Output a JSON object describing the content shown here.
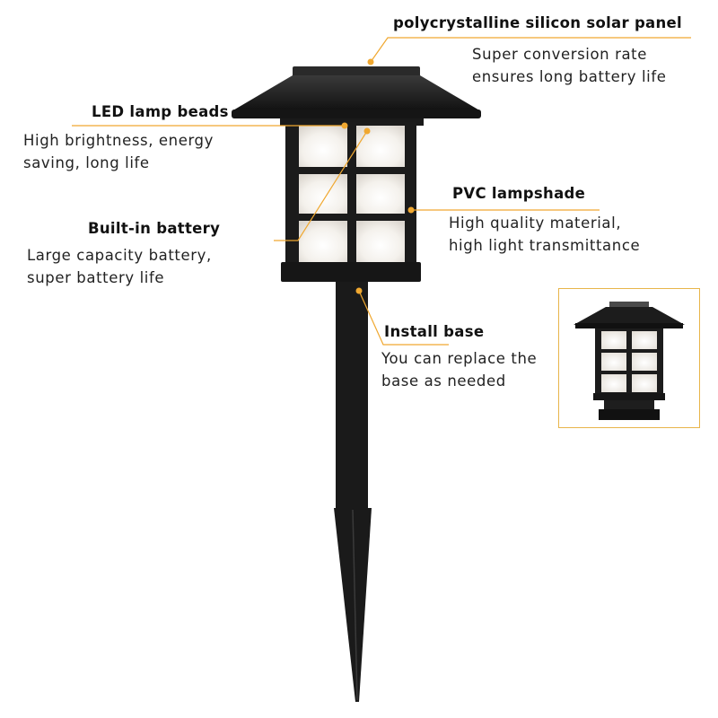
{
  "accent_color": "#f0a830",
  "product_color": "#1c1c1c",
  "callouts": {
    "solar_panel": {
      "title": "polycrystalline silicon solar panel",
      "desc": [
        "Super conversion rate",
        "ensures long battery life"
      ]
    },
    "led_beads": {
      "title": "LED lamp beads",
      "desc": [
        "High brightness, energy",
        "saving, long life"
      ]
    },
    "battery": {
      "title": "Built-in battery",
      "desc": [
        "Large capacity battery,",
        "super battery life"
      ]
    },
    "lampshade": {
      "title": "PVC lampshade",
      "desc": [
        "High quality material,",
        "high light transmittance"
      ]
    },
    "install_base": {
      "title": "Install base",
      "desc": [
        "You can replace the",
        "base as needed"
      ]
    }
  },
  "inset_image": "lantern with square base"
}
